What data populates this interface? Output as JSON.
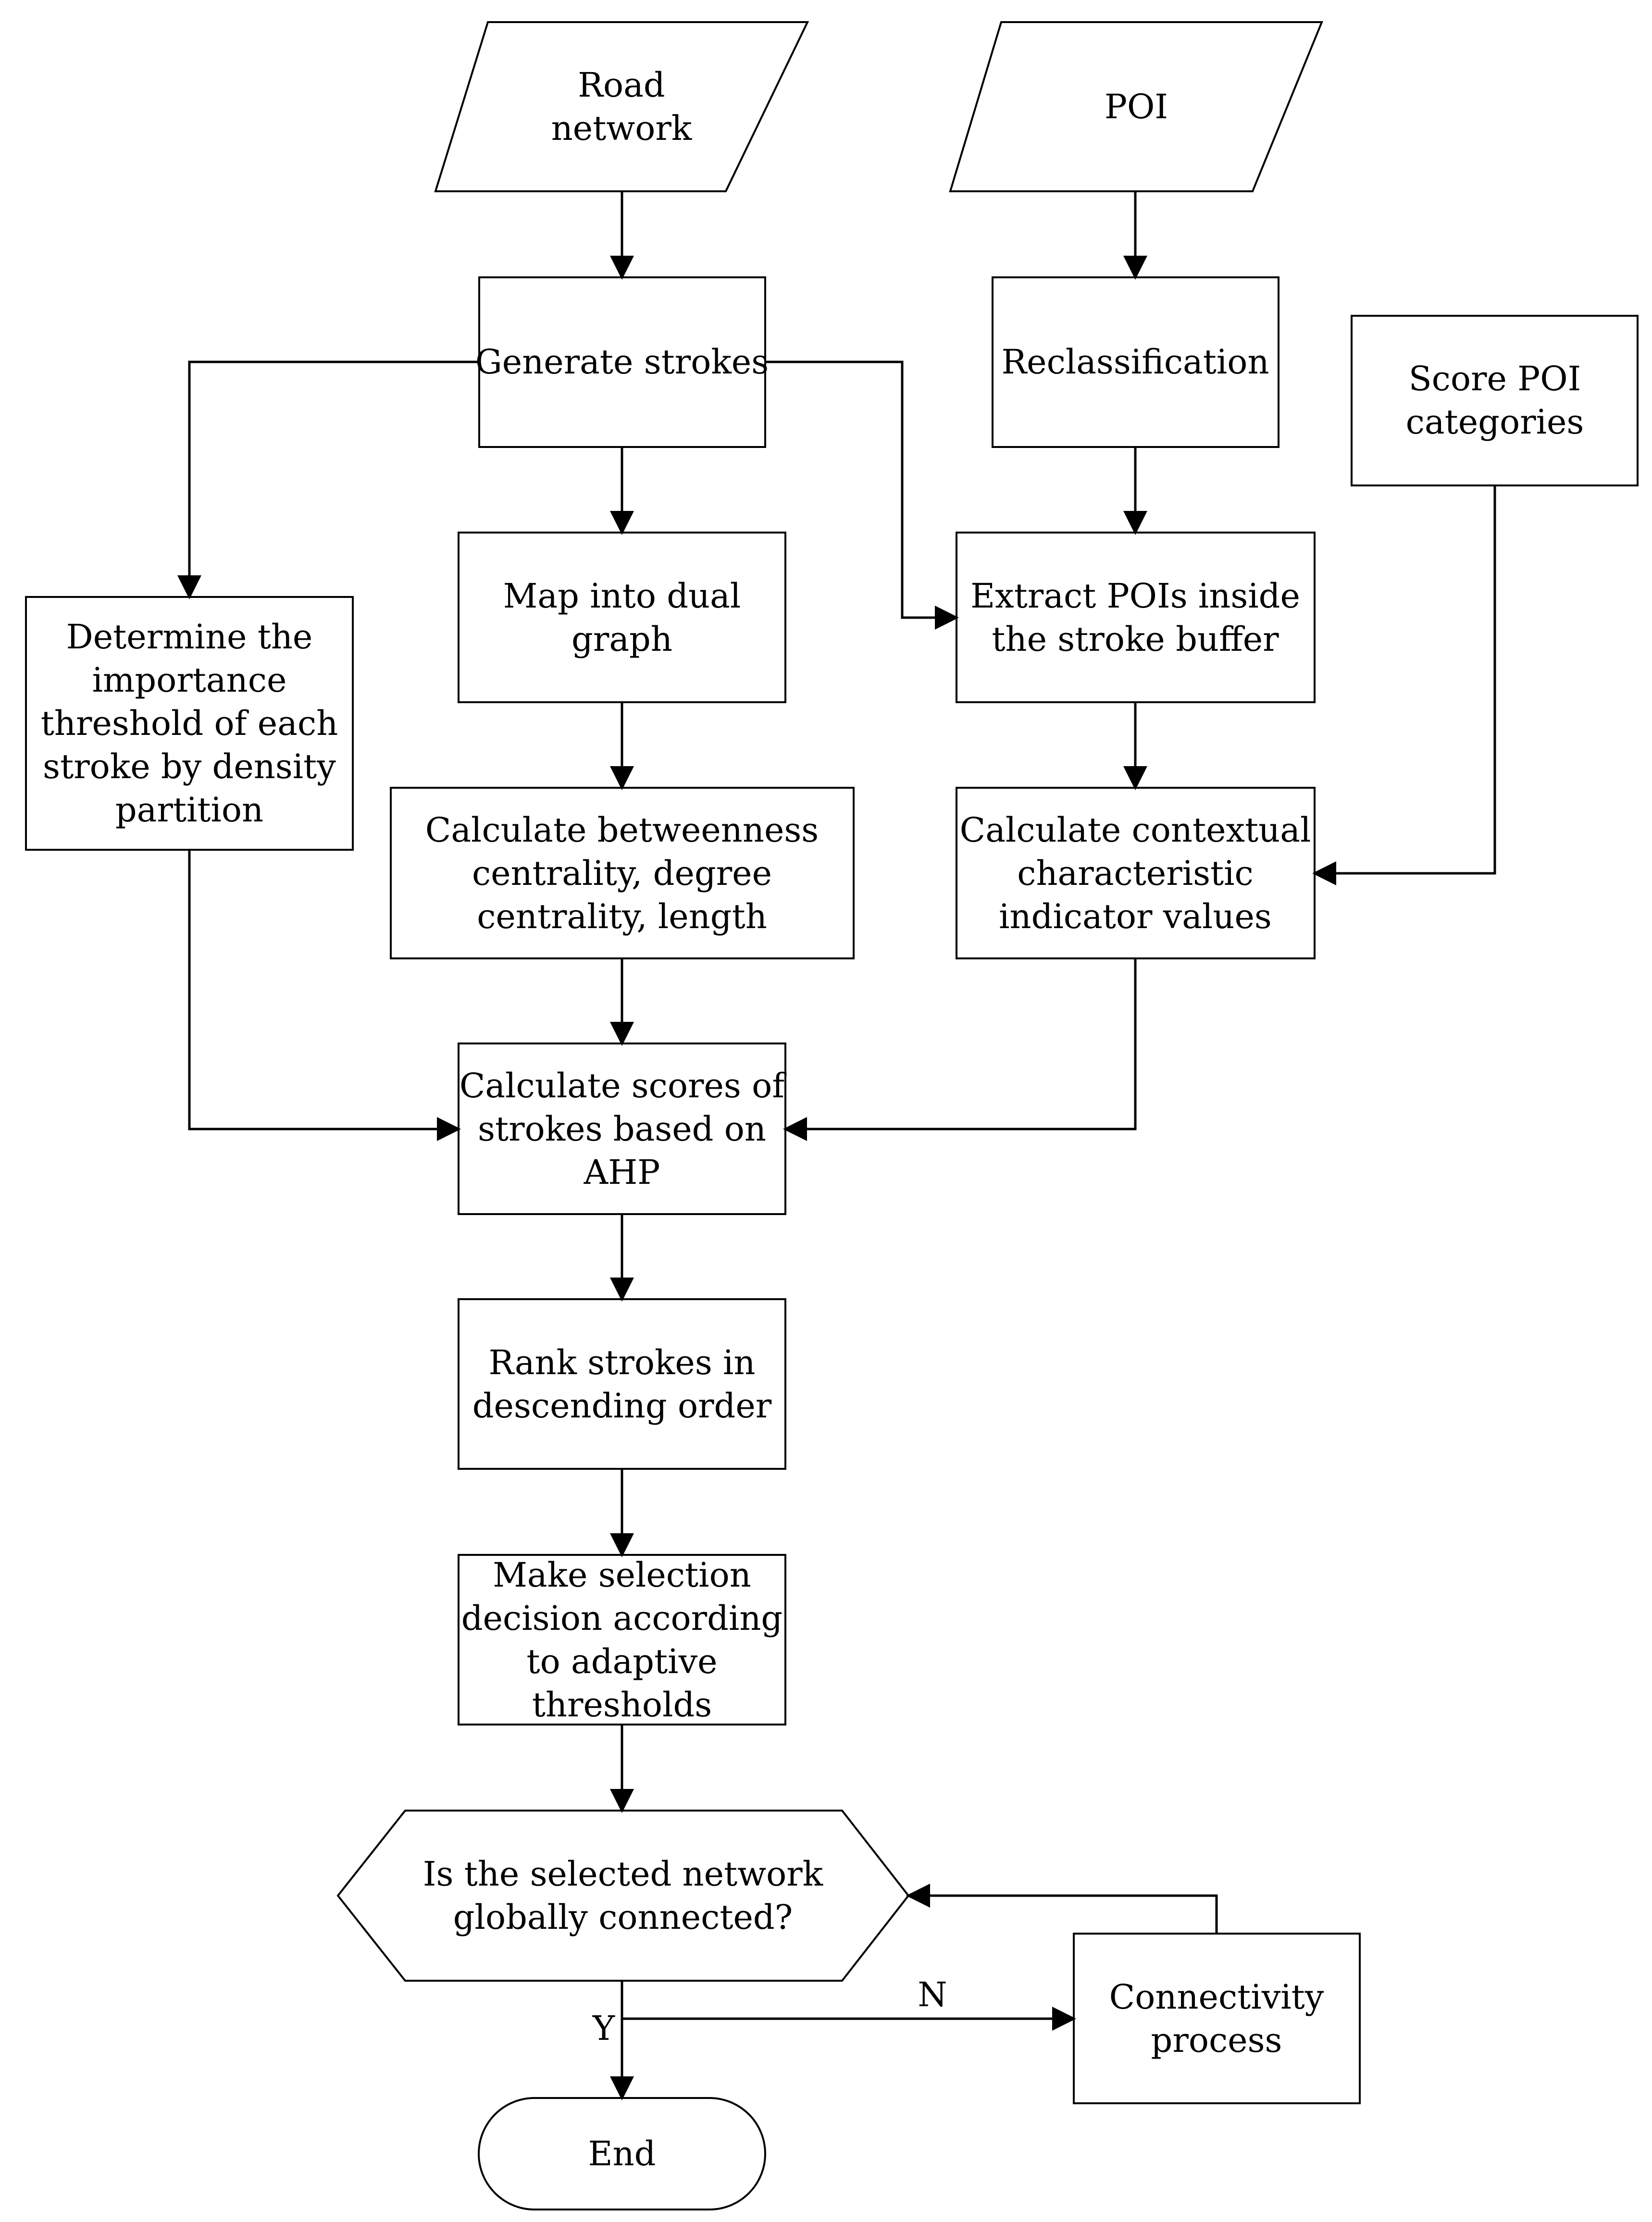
{
  "nodes": {
    "road_network": {
      "lines": [
        "Road",
        "network"
      ]
    },
    "poi": {
      "lines": [
        "POI"
      ]
    },
    "generate_strokes": {
      "lines": [
        "Generate strokes"
      ]
    },
    "reclassification": {
      "lines": [
        "Reclassification"
      ]
    },
    "score_poi_categories": {
      "lines": [
        "Score POI",
        "categories"
      ]
    },
    "determine_threshold": {
      "lines": [
        "Determine the",
        "importance",
        "threshold of each",
        "stroke by density",
        "partition"
      ]
    },
    "map_dual_graph": {
      "lines": [
        "Map into dual",
        "graph"
      ]
    },
    "extract_pois": {
      "lines": [
        "Extract POIs inside",
        "the stroke buffer"
      ]
    },
    "calculate_centrality": {
      "lines": [
        "Calculate  betweenness",
        "centrality, degree",
        "centrality, length"
      ]
    },
    "calculate_contextual": {
      "lines": [
        "Calculate contextual",
        "characteristic",
        "indicator values"
      ]
    },
    "calculate_scores": {
      "lines": [
        "Calculate scores of",
        "strokes based on",
        "AHP"
      ]
    },
    "rank_strokes": {
      "lines": [
        "Rank strokes in",
        "descending order"
      ]
    },
    "make_selection": {
      "lines": [
        "Make selection",
        "decision according",
        "to  adaptive",
        "thresholds"
      ]
    },
    "decision": {
      "lines": [
        "Is the selected network",
        "globally connected?"
      ]
    },
    "connectivity_process": {
      "lines": [
        "Connectivity",
        "process"
      ]
    },
    "end": {
      "lines": [
        "End"
      ]
    }
  },
  "edge_labels": {
    "no": "N",
    "yes": "Y"
  }
}
